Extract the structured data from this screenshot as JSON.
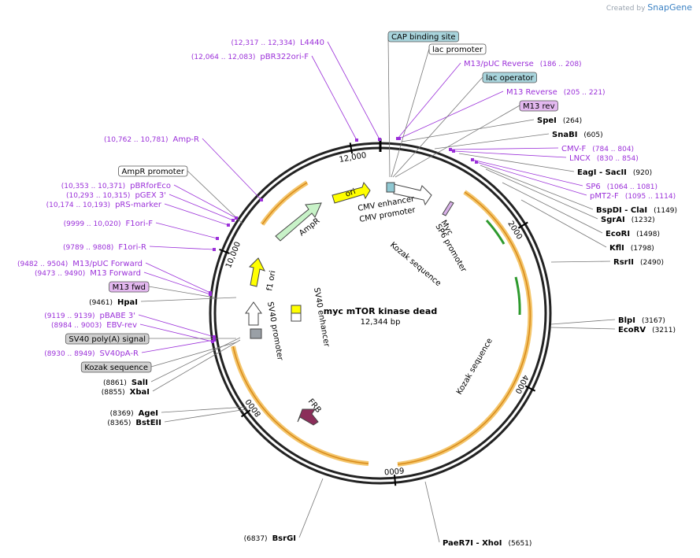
{
  "branding": {
    "created_by": "Created by",
    "product": "SnapGene"
  },
  "plasmid": {
    "name": "myc mTOR kinase dead",
    "size_label": "12,344 bp",
    "length": 12344
  },
  "ticks": [
    {
      "pos": 2000,
      "label": "2000"
    },
    {
      "pos": 4000,
      "label": "4000"
    },
    {
      "pos": 6000,
      "label": "6000"
    },
    {
      "pos": 8000,
      "label": "8000"
    },
    {
      "pos": 10000,
      "label": "10,000"
    },
    {
      "pos": 12000,
      "label": "12,000"
    }
  ],
  "colors": {
    "enzyme": "#000000",
    "primer": "#9b30d9",
    "feature_box_blue": "#a8d4dc",
    "feature_box_purple": "#e3b8ef",
    "feature_box_grey": "#cfcfcf",
    "orf_band": "#f4c56a",
    "ampr": "#c8f2c8",
    "ori": "#ffff00",
    "frb": "#8b2e5a",
    "promoter": "#ffffff"
  },
  "labels": [
    {
      "id": "l4440",
      "text": "L4440",
      "range": "(12,317 .. 12,334)",
      "kind": "primer"
    },
    {
      "id": "pbr322ori",
      "text": "pBR322ori-F",
      "range": "(12,064 .. 12,083)",
      "kind": "primer"
    },
    {
      "id": "cap",
      "text": "CAP binding site",
      "kind": "box",
      "box": "blue"
    },
    {
      "id": "lacprom",
      "text": "lac promoter",
      "kind": "box",
      "box": "white"
    },
    {
      "id": "m13puc",
      "text": "M13/pUC Reverse",
      "range": "(186 .. 208)",
      "kind": "primer"
    },
    {
      "id": "lacop",
      "text": "lac operator",
      "kind": "box",
      "box": "blue"
    },
    {
      "id": "m13rev",
      "text": "M13 Reverse",
      "range": "(205 .. 221)",
      "kind": "primer"
    },
    {
      "id": "m13revbox",
      "text": "M13 rev",
      "kind": "box",
      "box": "purple"
    },
    {
      "id": "spei",
      "text": "SpeI",
      "range": "(264)",
      "kind": "enzyme"
    },
    {
      "id": "snabi",
      "text": "SnaBI",
      "range": "(605)",
      "kind": "enzyme"
    },
    {
      "id": "cmvf",
      "text": "CMV-F",
      "range": "(784 .. 804)",
      "kind": "primer"
    },
    {
      "id": "lncx",
      "text": "LNCX",
      "range": "(830 .. 854)",
      "kind": "primer"
    },
    {
      "id": "eagi",
      "text": "EagI  - SacII",
      "range": "(920)",
      "kind": "enzyme"
    },
    {
      "id": "sp6",
      "text": "SP6",
      "range": "(1064 .. 1081)",
      "kind": "primer"
    },
    {
      "id": "pmt2f",
      "text": "pMT2-F",
      "range": "(1095 .. 1114)",
      "kind": "primer"
    },
    {
      "id": "bspdi",
      "text": "BspDI  - ClaI",
      "range": "(1149)",
      "kind": "enzyme"
    },
    {
      "id": "sgrai",
      "text": "SgrAI",
      "range": "(1232)",
      "kind": "enzyme"
    },
    {
      "id": "ecori",
      "text": "EcoRI",
      "range": "(1498)",
      "kind": "enzyme"
    },
    {
      "id": "kfli",
      "text": "KflI",
      "range": "(1798)",
      "kind": "enzyme"
    },
    {
      "id": "rsrii",
      "text": "RsrII",
      "range": "(2490)",
      "kind": "enzyme"
    },
    {
      "id": "blpi",
      "text": "BlpI",
      "range": "(3167)",
      "kind": "enzyme"
    },
    {
      "id": "ecorv",
      "text": "EcoRV",
      "range": "(3211)",
      "kind": "enzyme"
    },
    {
      "id": "paer7i",
      "text": "PaeR7I  - XhoI",
      "range": "(5651)",
      "kind": "enzyme"
    },
    {
      "id": "bsrgi",
      "text": "BsrGI",
      "range": "(6837)",
      "kind": "enzyme"
    },
    {
      "id": "bsteii",
      "text": "BstEII",
      "range": "(8365)",
      "kind": "enzyme"
    },
    {
      "id": "agei",
      "text": "AgeI",
      "range": "(8369)",
      "kind": "enzyme"
    },
    {
      "id": "xbai",
      "text": "XbaI",
      "range": "(8855)",
      "kind": "enzyme"
    },
    {
      "id": "sali",
      "text": "SalI",
      "range": "(8861)",
      "kind": "enzyme"
    },
    {
      "id": "kozak1",
      "text": "Kozak sequence",
      "kind": "box",
      "box": "grey"
    },
    {
      "id": "sv40pa",
      "text": "SV40pA-R",
      "range": "(8930 .. 8949)",
      "kind": "primer"
    },
    {
      "id": "sv40polya",
      "text": "SV40 poly(A) signal",
      "kind": "box",
      "box": "grey"
    },
    {
      "id": "ebvrev",
      "text": "EBV-rev",
      "range": "(8984 .. 9003)",
      "kind": "primer"
    },
    {
      "id": "pbabe",
      "text": "pBABE 3'",
      "range": "(9119 .. 9139)",
      "kind": "primer"
    },
    {
      "id": "hpai",
      "text": "HpaI",
      "range": "(9461)",
      "kind": "enzyme"
    },
    {
      "id": "m13fwdbox",
      "text": "M13 fwd",
      "kind": "box",
      "box": "purple"
    },
    {
      "id": "m13fwd",
      "text": "M13 Forward",
      "range": "(9473 .. 9490)",
      "kind": "primer"
    },
    {
      "id": "m13pucf",
      "text": "M13/pUC Forward",
      "range": "(9482 .. 9504)",
      "kind": "primer"
    },
    {
      "id": "f1orir",
      "text": "F1ori-R",
      "range": "(9789 .. 9808)",
      "kind": "primer"
    },
    {
      "id": "f1orif",
      "text": "F1ori-F",
      "range": "(9999 .. 10,020)",
      "kind": "primer"
    },
    {
      "id": "prsmarker",
      "text": "pRS-marker",
      "range": "(10,174 .. 10,193)",
      "kind": "primer"
    },
    {
      "id": "pgex3",
      "text": "pGEX 3'",
      "range": "(10,293 .. 10,315)",
      "kind": "primer"
    },
    {
      "id": "pbrforeco",
      "text": "pBRforEco",
      "range": "(10,353 .. 10,371)",
      "kind": "primer"
    },
    {
      "id": "amprprom",
      "text": "AmpR promoter",
      "kind": "box",
      "box": "white"
    },
    {
      "id": "ampr",
      "text": "Amp-R",
      "range": "(10,762 .. 10,781)",
      "kind": "primer"
    }
  ],
  "features": [
    {
      "id": "f_ori",
      "text": "ori"
    },
    {
      "id": "f_ampr",
      "text": "AmpR"
    },
    {
      "id": "f_f1ori",
      "text": "f1 ori"
    },
    {
      "id": "f_sv40prom",
      "text": "SV40 promoter"
    },
    {
      "id": "f_sv40enh",
      "text": "SV40 enhancer"
    },
    {
      "id": "f_cmvenh",
      "text": "CMV enhancer"
    },
    {
      "id": "f_cmvprom",
      "text": "CMV promoter"
    },
    {
      "id": "f_myc",
      "text": "Myc"
    },
    {
      "id": "f_sp6prom",
      "text": "SP6 promoter"
    },
    {
      "id": "f_kozak_a",
      "text": "Kozak sequence"
    },
    {
      "id": "f_kozak_b",
      "text": "Kozak sequence"
    },
    {
      "id": "f_frb",
      "text": "FRB"
    }
  ]
}
